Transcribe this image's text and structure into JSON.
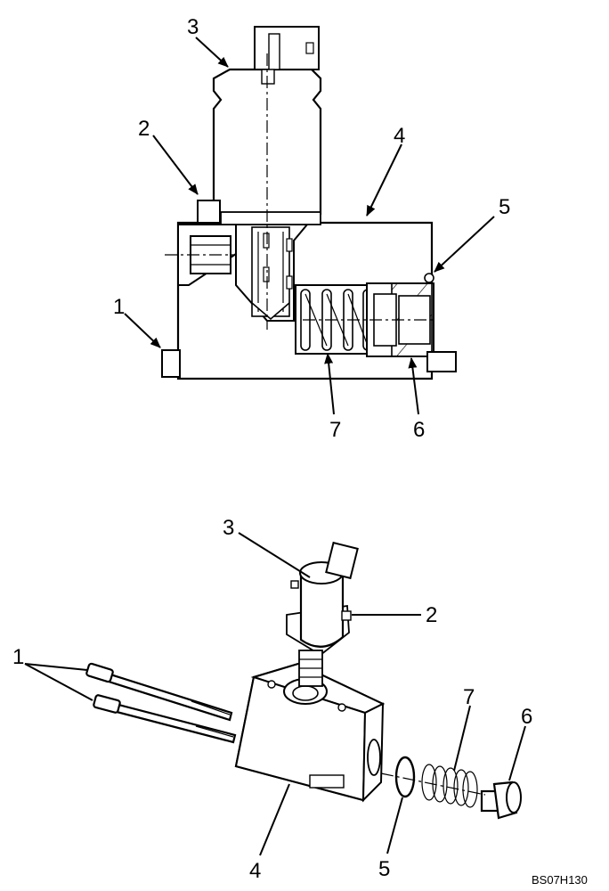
{
  "callouts_section": [
    "1",
    "2",
    "3",
    "4",
    "5",
    "6",
    "7"
  ],
  "callouts_exploded": [
    "1",
    "2",
    "3",
    "4",
    "5",
    "6",
    "7"
  ],
  "reference": "BS07H130"
}
